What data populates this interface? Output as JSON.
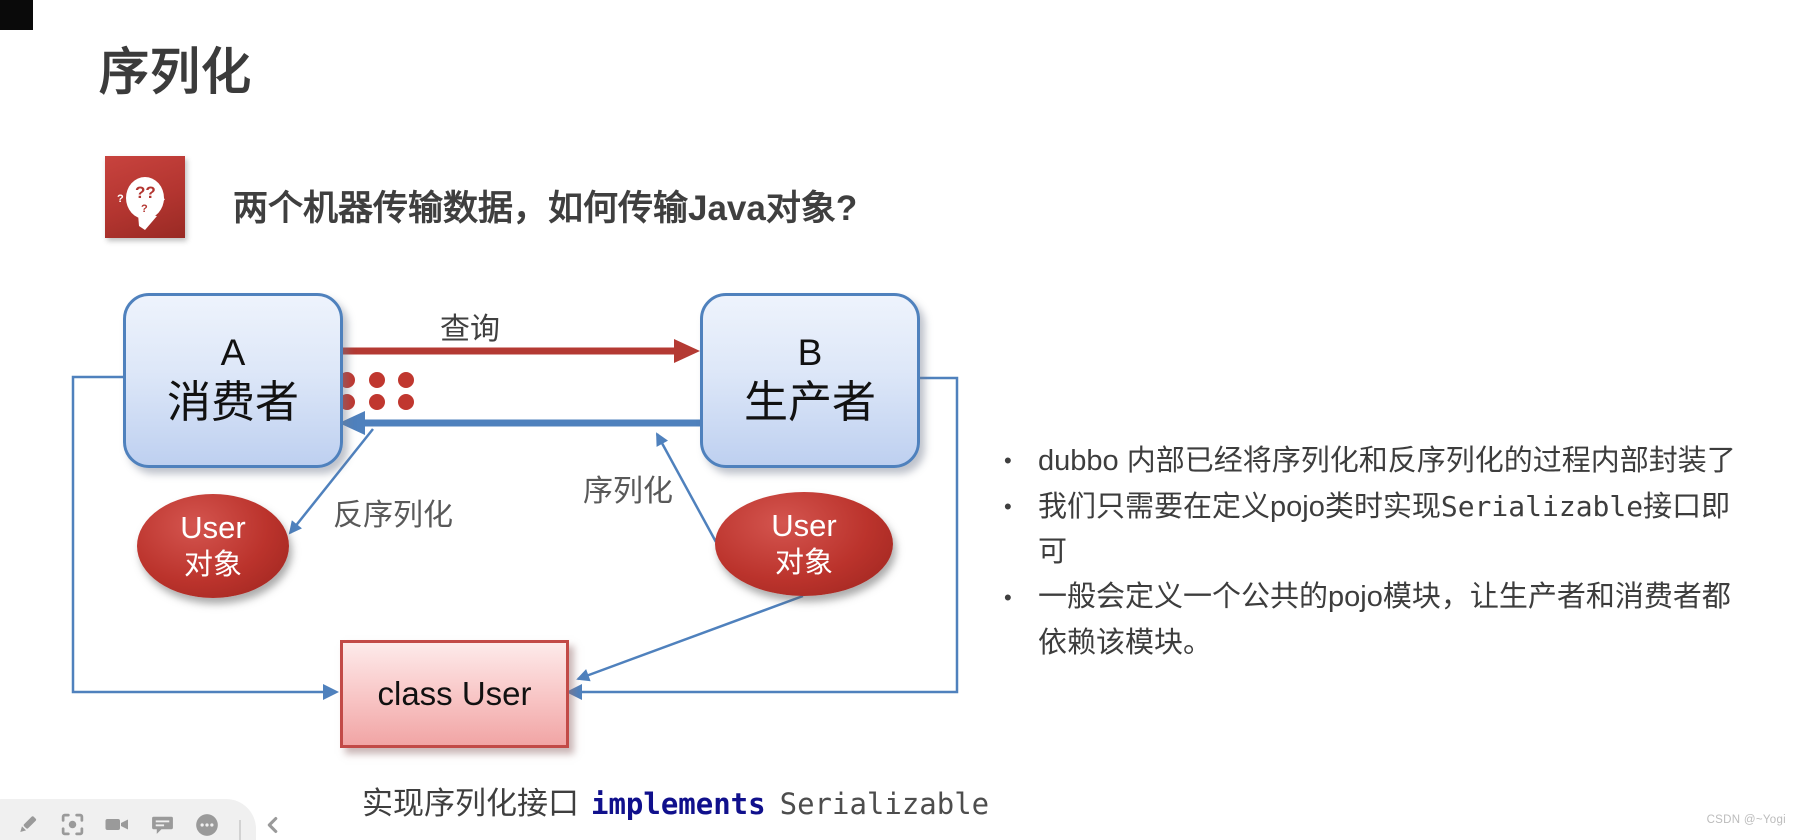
{
  "title": "序列化",
  "question": {
    "text": "两个机器传输数据，如何传输Java对象?"
  },
  "diagram": {
    "node_a_line1": "A",
    "node_a_line2": "消费者",
    "node_b_line1": "B",
    "node_b_line2": "生产者",
    "query_label": "查询",
    "deserialize_label": "反序列化",
    "serialize_label": "序列化",
    "user_obj_left_line1": "User",
    "user_obj_left_line2": "对象",
    "user_obj_right_line1": "User",
    "user_obj_right_line2": "对象",
    "class_user_label": "class User"
  },
  "caption": {
    "prefix": "实现序列化接口",
    "keyword": "implements",
    "suffix": "Serializable"
  },
  "notes": {
    "bullet_char": "•",
    "items": [
      {
        "p1": "dubbo 内部已经将序列化和反序列化的过程内部封装了",
        "p2": "",
        "p3": ""
      },
      {
        "p1": "我们只需要在定义pojo类时实现",
        "p2": "Serializable",
        "p3": "接口即可"
      },
      {
        "p1": "一般会定义一个公共的pojo模块，让生产者和消费者都依赖该模块。",
        "p2": "",
        "p3": ""
      }
    ]
  },
  "toolbar": {
    "icons": [
      "pencil",
      "screenshot",
      "camera",
      "comment",
      "more",
      "back"
    ]
  },
  "watermark": "CSDN @~Yogi",
  "colors": {
    "accent_blue": "#4f81bd",
    "accent_red": "#b43a33",
    "node_fill_top": "#eef3fc",
    "node_fill_bottom": "#bed0f0",
    "ellipse_red": "#b22f28",
    "class_box_border": "#c24a47",
    "keyword_navy": "#10108c"
  }
}
